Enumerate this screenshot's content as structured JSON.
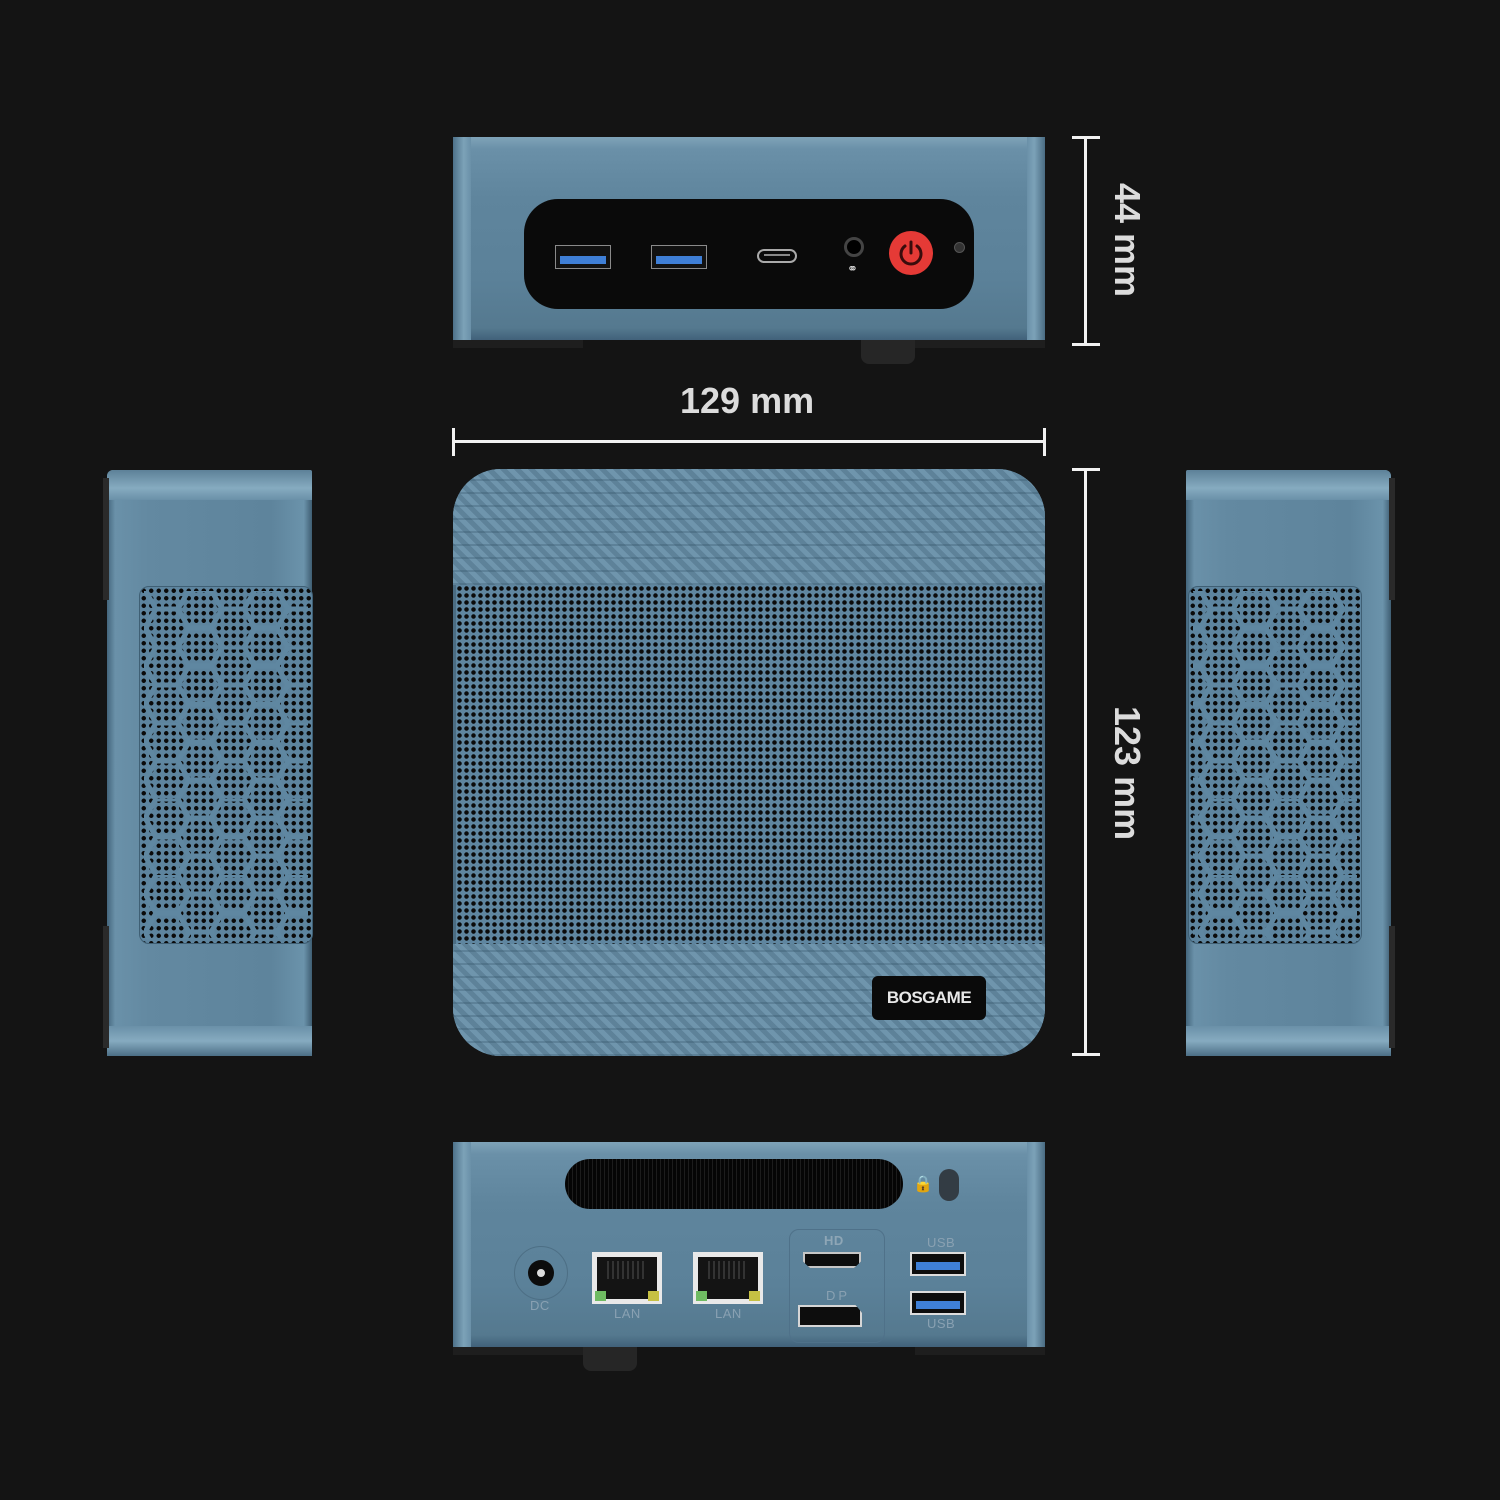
{
  "product": {
    "brand_logo": "BOSGAME",
    "body_color": "#6a8fa6",
    "accent_power_color": "#e53a36",
    "usb_tongue_color": "#3f7fd6"
  },
  "dimensions": {
    "width": "129 mm",
    "height": "44 mm",
    "depth": "123 mm"
  },
  "front_view": {
    "ports": [
      "usb-a-3",
      "usb-a-3",
      "usb-c",
      "audio-jack",
      "power-button",
      "power-led"
    ],
    "audio_icon": "headset-icon"
  },
  "back_view": {
    "labels": {
      "dc": "DC",
      "lan1": "LAN",
      "lan2": "LAN",
      "hdmi": "HD",
      "dp": "DP",
      "usb_top": "USB",
      "usb_bottom": "USB"
    },
    "lock_icon": "kensington-lock-icon"
  },
  "views": [
    "front",
    "top",
    "left-side",
    "right-side",
    "back"
  ]
}
